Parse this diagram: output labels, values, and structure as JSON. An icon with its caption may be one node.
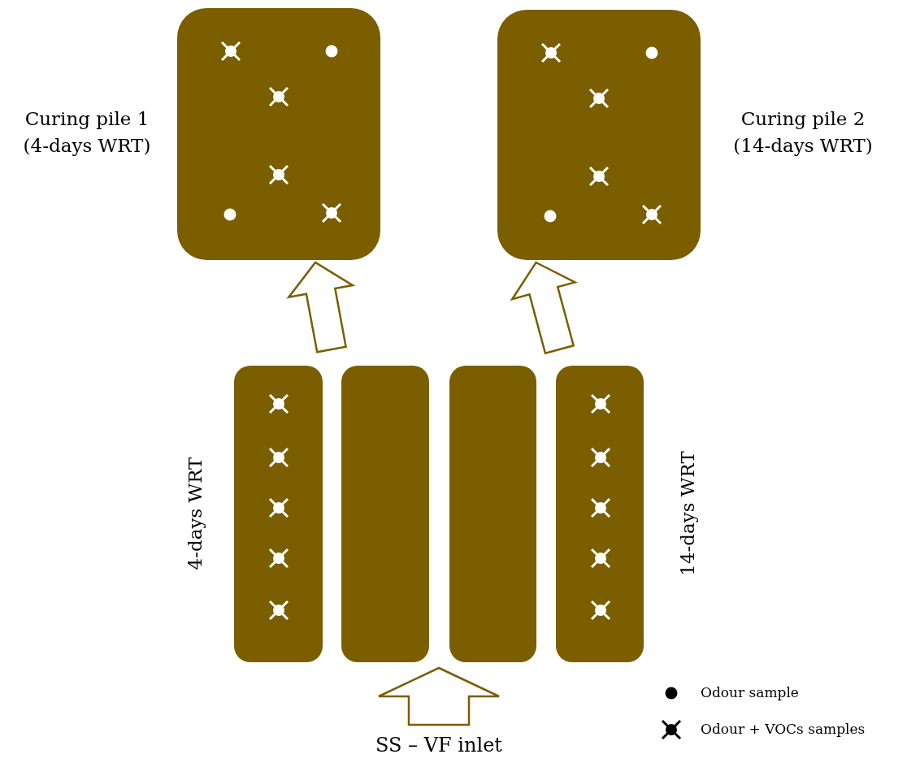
{
  "diagram": {
    "nodes": [
      {
        "text": [],
        "shape": "box",
        "beside": [
          "Curing pile 1 (4-days WRT)"
        ]
      },
      {
        "text": [],
        "shape": "box",
        "beside": [
          "Curing pile 2 (14-days WRT)"
        ]
      },
      {
        "text": [],
        "shape": "bar",
        "beside": [
          "4-days WRT"
        ]
      },
      {
        "text": [],
        "shape": "bar"
      },
      {
        "text": [],
        "shape": "bar"
      },
      {
        "text": [],
        "shape": "bar",
        "beside": [
          "14-days WRT"
        ]
      },
      {
        "text": [
          "SS – VF inlet"
        ]
      }
    ],
    "edges": [
      {
        "from": 2,
        "to": 0,
        "arrow": "to"
      },
      {
        "from": 5,
        "to": 1,
        "arrow": "to"
      },
      {
        "from": 6,
        "to": null,
        "arrow": "to"
      }
    ],
    "legend": [
      {
        "text": "Odour sample"
      },
      {
        "text": "Odour + VOCs samples"
      }
    ]
  }
}
